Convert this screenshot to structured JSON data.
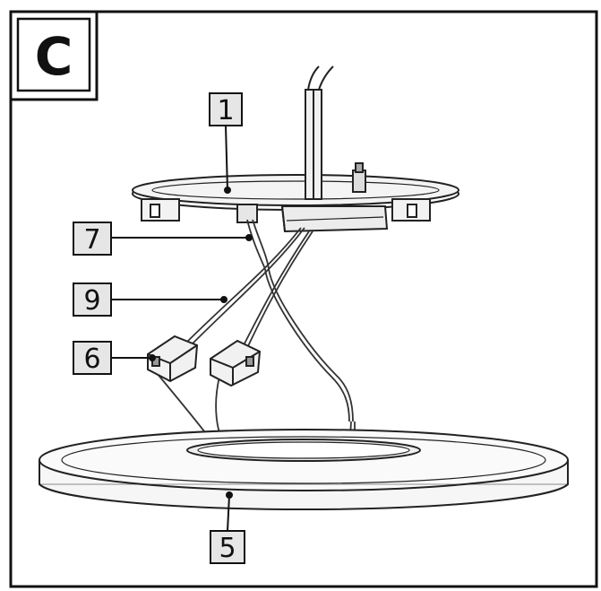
{
  "figure": {
    "step_letter": "C",
    "callouts": [
      {
        "id": "callout-1",
        "text": "1"
      },
      {
        "id": "callout-7",
        "text": "7"
      },
      {
        "id": "callout-9",
        "text": "9"
      },
      {
        "id": "callout-6",
        "text": "6"
      },
      {
        "id": "callout-5",
        "text": "5"
      }
    ]
  }
}
